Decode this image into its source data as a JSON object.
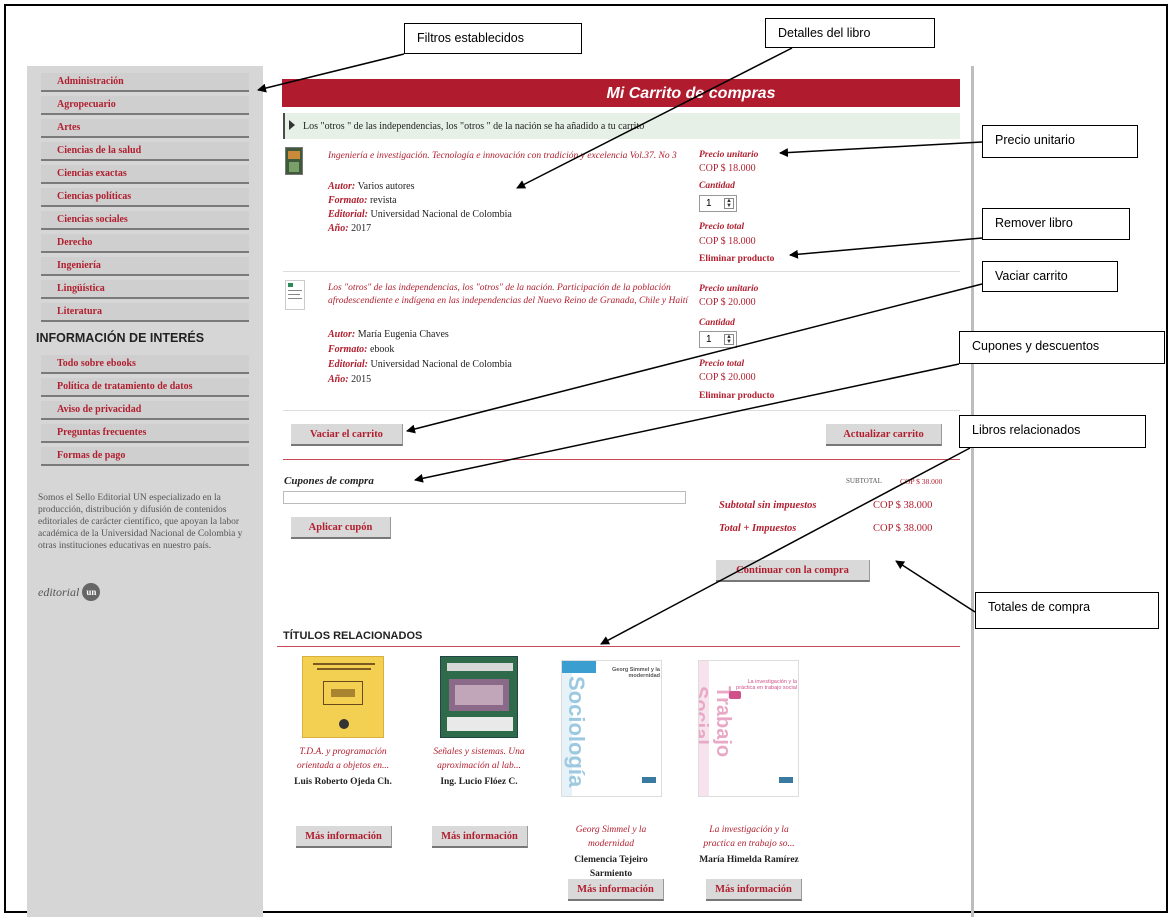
{
  "sidebar": {
    "categories": [
      "Administración",
      "Agropecuario",
      "Artes",
      "Ciencias de la salud",
      "Ciencias exactas",
      "Ciencias políticas",
      "Ciencias sociales",
      "Derecho",
      "Ingeniería",
      "Lingüística",
      "Literatura"
    ],
    "info_title": "INFORMACIÓN DE INTERÉS",
    "info_items": [
      "Todo sobre ebooks",
      "Política de tratamiento de datos",
      "Aviso de privacidad",
      "Preguntas frecuentes",
      "Formas de pago"
    ],
    "about": "Somos el Sello Editorial UN especializado en la producción, distribución y difusión de contenidos editoriales de carácter científico, que apoyan la labor académica de la Universidad Nacional de Colombia y otras instituciones educativas en nuestro país.",
    "logo_text": "editorial",
    "logo_badge": "un"
  },
  "cart": {
    "title": "Mi Carrito de compras",
    "notice": "Los \"otros \" de las independencias, los \"otros \" de la nación se ha añadido a tu carrito",
    "labels": {
      "unit_price": "Precio unitario",
      "quantity": "Cantidad",
      "total_price": "Precio total",
      "remove": "Eliminar producto",
      "author": "Autor:",
      "format": "Formato:",
      "publisher": "Editorial:",
      "year": "Año:"
    },
    "items": [
      {
        "title": "Ingeniería e investigación. Tecnología e innovación con tradición y excelencia Vol.37. No 3",
        "author": "Varios autores",
        "format": "revista",
        "publisher": "Universidad Nacional de Colombia",
        "year": "2017",
        "unit_price": "COP $ 18.000",
        "quantity": "1",
        "total_price": "COP $ 18.000"
      },
      {
        "title": "Los \"otros\" de las independencias, los \"otros\" de la nación. Participación de la población afrodescendiente e indígena en las independencias del Nuevo Reino de Granada, Chile y Haití",
        "author": "María Eugenia Chaves",
        "format": "ebook",
        "publisher": "Universidad Nacional de Colombia",
        "year": "2015",
        "unit_price": "COP $ 20.000",
        "quantity": "1",
        "total_price": "COP $ 20.000"
      }
    ],
    "empty_button": "Vaciar el carrito",
    "update_button": "Actualizar carrito"
  },
  "coupons": {
    "label": "Cupones de compra",
    "input_value": "",
    "apply_button": "Aplicar cupón"
  },
  "totals": {
    "subtotal_small_label": "SUBTOTAL",
    "subtotal_small_value": "COP $ 38.000",
    "subtotal_label": "Subtotal sin impuestos",
    "subtotal_value": "COP $ 38.000",
    "total_label": "Total + Impuestos",
    "total_value": "COP $ 38.000",
    "continue_button": "Continuar con la compra"
  },
  "related": {
    "title": "TÍTULOS RELACIONADOS",
    "more_info": "Más información",
    "books": [
      {
        "title": "T.D.A. y programación orientada a objetos en...",
        "author": "Luis Roberto Ojeda Ch."
      },
      {
        "title": "Señales y sistemas. Una aproximación al lab...",
        "author": "Ing. Lucio Flóez C."
      },
      {
        "title": "Georg Simmel y la modernidad",
        "author": "Clemencia Tejeiro Sarmiento",
        "cover_text": "Sociología",
        "cover_title": "Georg Simmel y la modernidad"
      },
      {
        "title": "La investigación y la practica en trabajo so...",
        "author": "María Himelda Ramírez",
        "cover_text": "Trabajo Social",
        "cover_title": "La investigación y la práctica en trabajo social"
      }
    ]
  },
  "callouts": {
    "filters": "Filtros establecidos",
    "details": "Detalles del libro",
    "unit_price": "Precio unitario",
    "remove": "Remover libro",
    "empty": "Vaciar carrito",
    "coupons": "Cupones y descuentos",
    "related": "Libros relacionados",
    "totals": "Totales de compra"
  },
  "colors": {
    "brand_red": "#b01c2e",
    "sidebar_grey": "#d6d6d6",
    "notice_green": "#e6f0e6"
  }
}
